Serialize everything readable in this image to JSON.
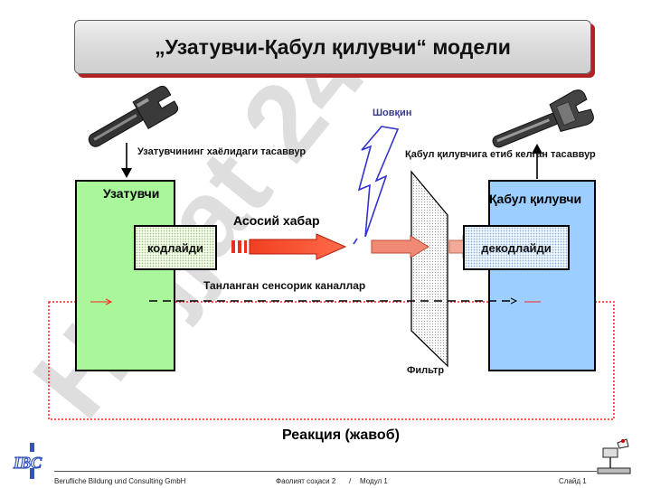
{
  "title": "„Узатувчи-Қабул қилувчи“ модели",
  "labels": {
    "sender_idea": "Узатувчининг хаёлидаги тасаввур",
    "receiver_idea": "Қабул қилувчига етиб келган тасаввур",
    "noise": "Шовқин",
    "sender": "Узатувчи",
    "receiver": "Қабул қилувчи",
    "main_message": "Асосий хабар",
    "encode": "кодлайди",
    "decode": "декодлайди",
    "channels": "Танланган сенсорик каналлар",
    "filter": "Фильтр",
    "feedback": "Реакция (жавоб)"
  },
  "watermark": "Hujjat 24",
  "logo_text": "IBC",
  "footer": {
    "company": "Berufliche Bildung und Consulting GmbH",
    "activity": "Фаолият соҳаси  2",
    "separator": "/",
    "module": "Модул  1",
    "slide": "Слайд 1"
  },
  "icons": [
    "wrench-icon",
    "adjustable-wrench-icon",
    "lightning-icon",
    "projector-icon"
  ],
  "colors": {
    "sender_fill": "#a9f79a",
    "receiver_fill": "#9ccfff",
    "arrow_red": "#e8301a",
    "arrow_light": "#f0806a",
    "feedback_border": "#ff2020",
    "noise_text": "#3a3a90",
    "lightning": "#3333cc",
    "title_shadow": "#b22222",
    "logo_blue": "#3355bb"
  }
}
